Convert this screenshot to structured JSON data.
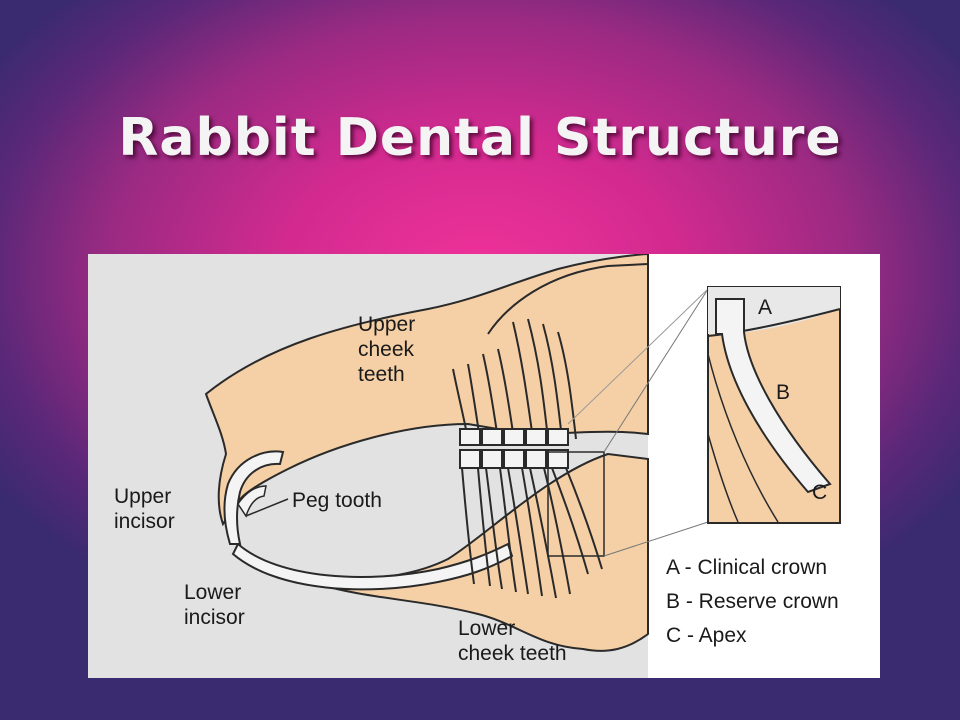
{
  "slide": {
    "title": "Rabbit Dental Structure"
  },
  "diagram": {
    "labels": {
      "upper_cheek_teeth": "Upper\ncheek\nteeth",
      "upper_incisor": "Upper\nincisor",
      "peg_tooth": "Peg tooth",
      "lower_incisor": "Lower\nincisor",
      "lower_cheek_teeth": "Lower\ncheek teeth"
    },
    "inset": {
      "marker_a": "A",
      "marker_b": "B",
      "marker_c": "C"
    },
    "legend": [
      {
        "key": "A",
        "text": "A - Clinical crown"
      },
      {
        "key": "B",
        "text": "B - Reserve crown"
      },
      {
        "key": "C",
        "text": "C - Apex"
      }
    ]
  },
  "colors": {
    "bone": "#f5d0a6",
    "tooth": "#f4f4f4",
    "outline": "#2a2a2a",
    "figure_background": "#e2e2e2",
    "inset_background": "#ffffff"
  }
}
